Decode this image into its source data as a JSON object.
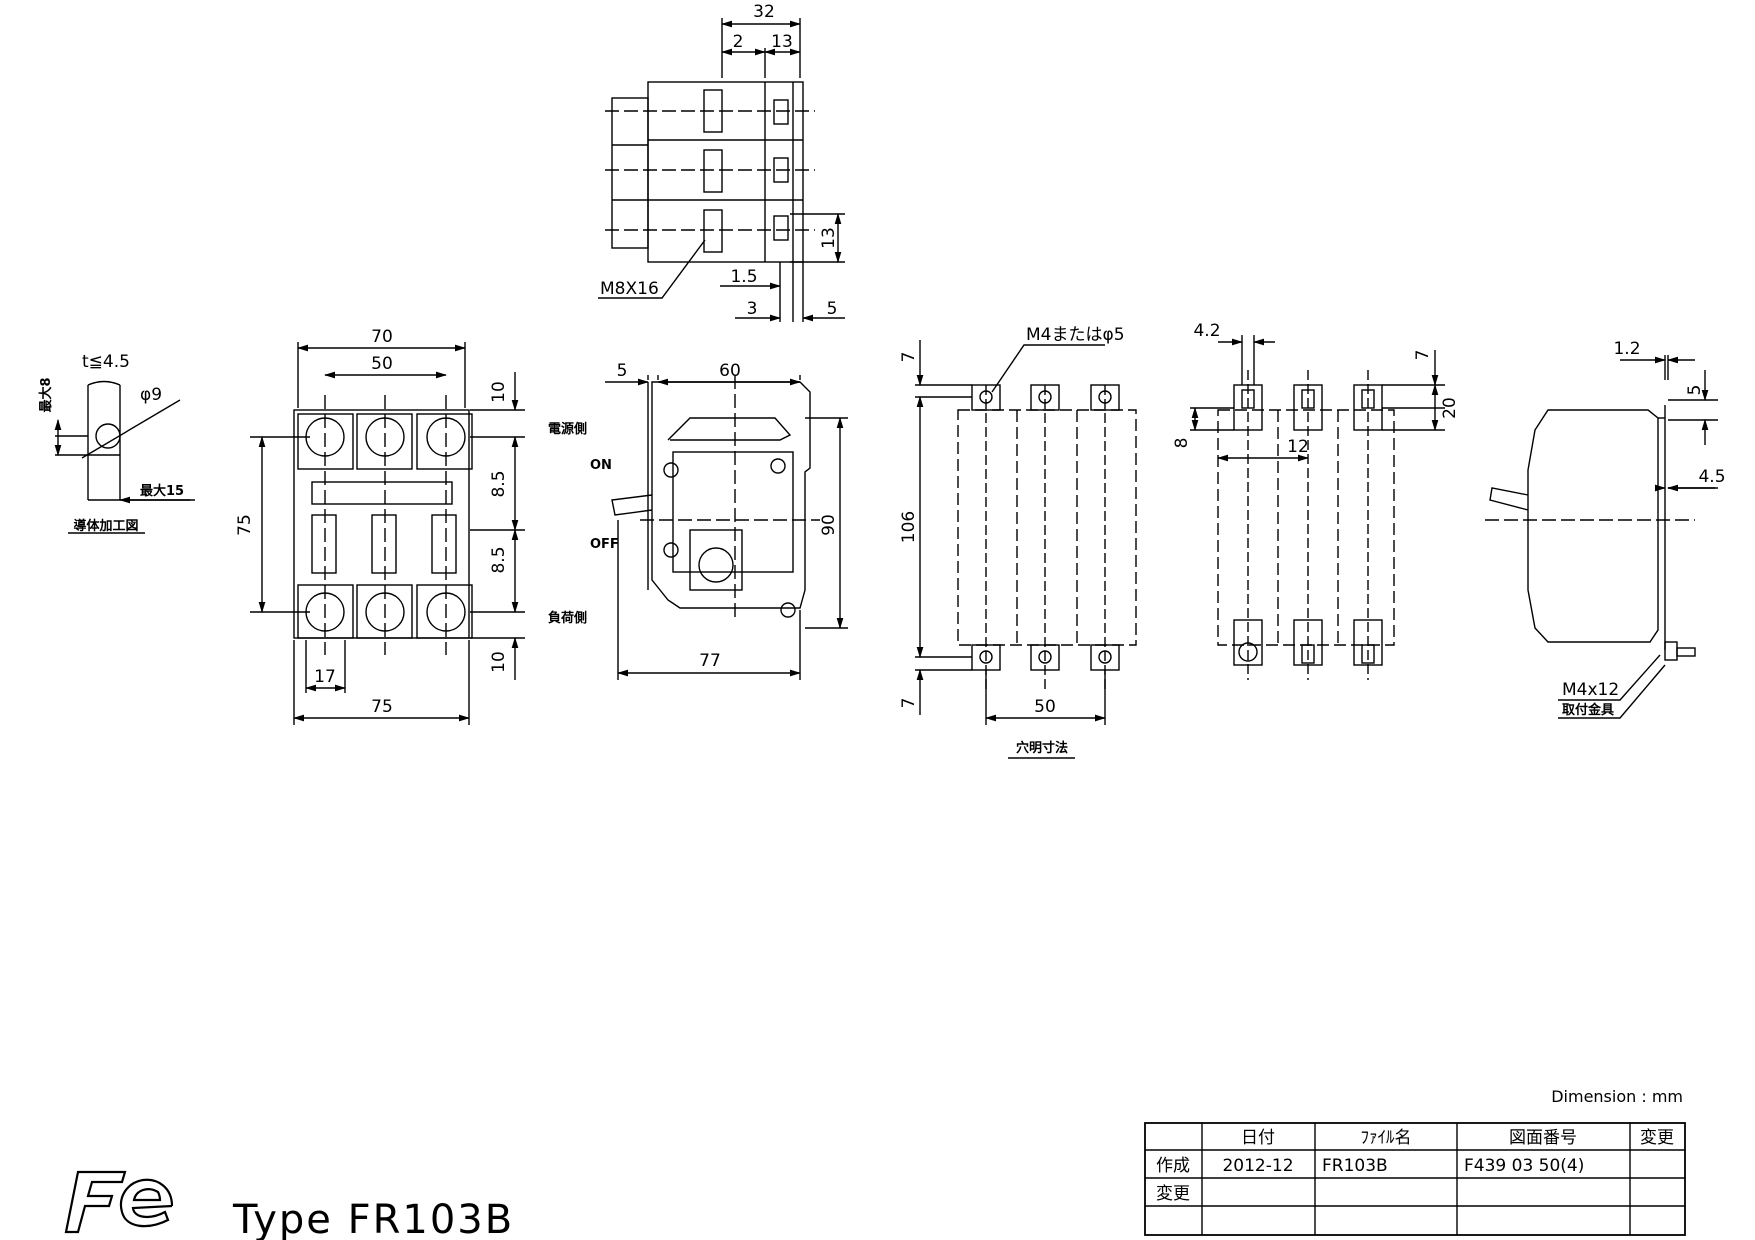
{
  "title": "Type FR103B",
  "dimension_unit": "Dimension : mm",
  "conductor": {
    "caption": "導体加工図",
    "thickness": "t≦4.5",
    "hole": "φ9",
    "max_height": "最大8",
    "max_width": "最大15"
  },
  "top_view": {
    "d32": "32",
    "d2": "2",
    "d13": "13",
    "d13_side": "13",
    "d1_5": "1.5",
    "d3": "3",
    "d5": "5",
    "screw": "M8X16"
  },
  "front_view": {
    "d70": "70",
    "d50": "50",
    "d75_h": "75",
    "d75_v": "75",
    "d17": "17",
    "d10_top": "10",
    "d8_5_a": "8.5",
    "d8_5_b": "8.5",
    "d10_bottom": "10",
    "line_side": "電源側",
    "load_side": "負荷側"
  },
  "side_view": {
    "d5": "5",
    "d60": "60",
    "d90": "90",
    "d77": "77",
    "on_label": "ON",
    "off_label": "OFF"
  },
  "mount_view": {
    "screw": "M4またはφ5",
    "d106": "106",
    "d7_top": "7",
    "d7_bottom": "7",
    "d50": "50",
    "caption": "穴明寸法"
  },
  "back_view": {
    "d4_2": "4.2",
    "d7": "7",
    "d20": "20",
    "d8": "8",
    "d12": "12"
  },
  "right_view": {
    "d1_2": "1.2",
    "d5": "5",
    "d4_5": "4.5",
    "screw": "M4x12",
    "bracket": "取付金具"
  },
  "title_block": {
    "headers": [
      "日付",
      "ﾌｧｲﾙ名",
      "図面番号",
      "変更"
    ],
    "rows": [
      {
        "label": "作成",
        "date": "2012-12",
        "file": "FR103B",
        "drawing_no": "F439 03 50(4)",
        "change": ""
      },
      {
        "label": "変更",
        "date": "",
        "file": "",
        "drawing_no": "",
        "change": ""
      },
      {
        "label": "",
        "date": "",
        "file": "",
        "drawing_no": "",
        "change": ""
      }
    ]
  }
}
